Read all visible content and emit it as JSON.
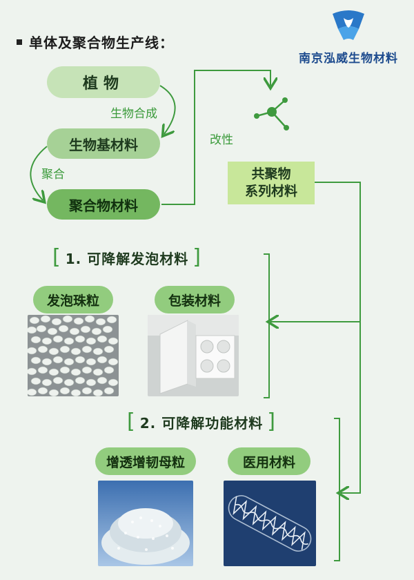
{
  "header": {
    "title": "单体及聚合物生产线："
  },
  "logo": {
    "text": "南京泓威生物材料",
    "icon": "company-logo-icon"
  },
  "flow": {
    "plant": "植物",
    "biosynthesis": "生物合成",
    "bio_material": "生物基材料",
    "polymerize": "聚合",
    "polymer_material": "聚合物材料",
    "modify": "改性",
    "copolymer_line1": "共聚物",
    "copolymer_line2": "系列材料"
  },
  "section1": {
    "title": "1. 可降解发泡材料",
    "items": [
      {
        "label": "发泡珠粒",
        "image": "white-foam-beads-photo"
      },
      {
        "label": "包装材料",
        "image": "foam-packaging-photo"
      }
    ]
  },
  "section2": {
    "title": "2. 可降解功能材料",
    "items": [
      {
        "label": "增透增韧母粒",
        "image": "transparent-pellets-photo"
      },
      {
        "label": "医用材料",
        "image": "medical-stent-photo"
      }
    ]
  },
  "colors": {
    "accent": "#3e9a3e",
    "logo": "#1d4b8e",
    "background": "#eef3ee"
  }
}
